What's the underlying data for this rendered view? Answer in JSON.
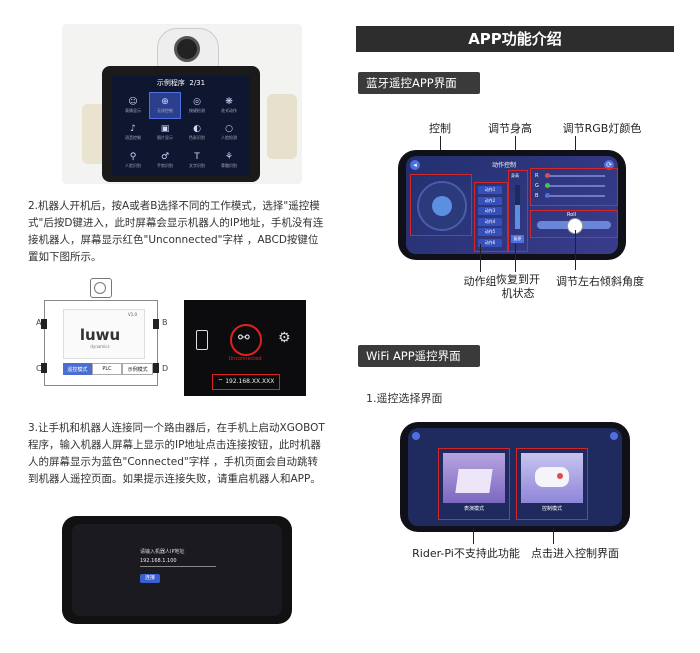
{
  "left": {
    "robot_screen": {
      "title": "示例程序",
      "page": "2/31",
      "grid_items": [
        {
          "icon": "☺",
          "label": "表情显示"
        },
        {
          "icon": "⊕",
          "label": "无线控制"
        },
        {
          "icon": "◎",
          "label": "按键检测"
        },
        {
          "icon": "❋",
          "label": "花式动作"
        },
        {
          "icon": "♪",
          "label": "语音控制"
        },
        {
          "icon": "▣",
          "label": "图片显示"
        },
        {
          "icon": "◐",
          "label": "色彩识别"
        },
        {
          "icon": "○",
          "label": "人脸检测"
        },
        {
          "icon": "⚲",
          "label": "人脸识别"
        },
        {
          "icon": "♂",
          "label": "手势识别"
        },
        {
          "icon": "T",
          "label": "文字识别"
        },
        {
          "icon": "⚘",
          "label": "骨骼识别"
        }
      ]
    },
    "para2": "2.机器人开机后，按A或者B选择不同的工作模式，选择\"遥控模式\"后按D键进入，此时屏幕会显示机器人的IP地址，手机没有连接机器人，屏幕显示红色\"Unconnected\"字样 ，ABCD按键位置如下图所示。",
    "device": {
      "logo": "luwu",
      "logo_sub": "dynamics",
      "version": "V1.0",
      "buttons": [
        "A",
        "B",
        "C",
        "D"
      ],
      "modes": [
        "遥控模式",
        "PLC",
        "示例模式"
      ],
      "status": "Unconnected",
      "ip": "192.168.XX.XXX"
    },
    "para3": "3.让手机和机器人连接同一个路由器后，在手机上启动XGOBOT程序，输入机器人屏幕上显示的IP地址点击连接按钮，此时机器人的屏幕显示为蓝色\"Connected\"字样 ，手机页面会自动跳转到机器人遥控页面。如果提示连接失败，请重启机器人和APP。",
    "phone_ip_form": {
      "label": "请输入机器人IP地址",
      "value": "192.168.1.100",
      "button": "连接"
    }
  },
  "right": {
    "header": "APP功能介绍",
    "bt_title": "蓝牙遥控APP界面",
    "bt_labels": {
      "control": "控制",
      "height": "调节身高",
      "rgb": "调节RGB灯颜色",
      "action": "动作组",
      "reset": "恢复到开机状态",
      "roll": "调节左右倾斜角度"
    },
    "bt_phone": {
      "title": "动作控制",
      "actions": [
        "动作1",
        "动作2",
        "动作3",
        "动作4",
        "动作5",
        "动作6"
      ],
      "height_label": "身高",
      "reset": "复原",
      "rgb": [
        "R",
        "G",
        "B"
      ],
      "roll": "Roll"
    },
    "wifi_title": "WiFi APP遥控界面",
    "wifi_sub": "1.遥控选择界面",
    "wifi_cards": [
      "表演模式",
      "控制模式"
    ],
    "wifi_labels": [
      "Rider-Pi不支持此功能",
      "点击进入控制界面"
    ]
  }
}
